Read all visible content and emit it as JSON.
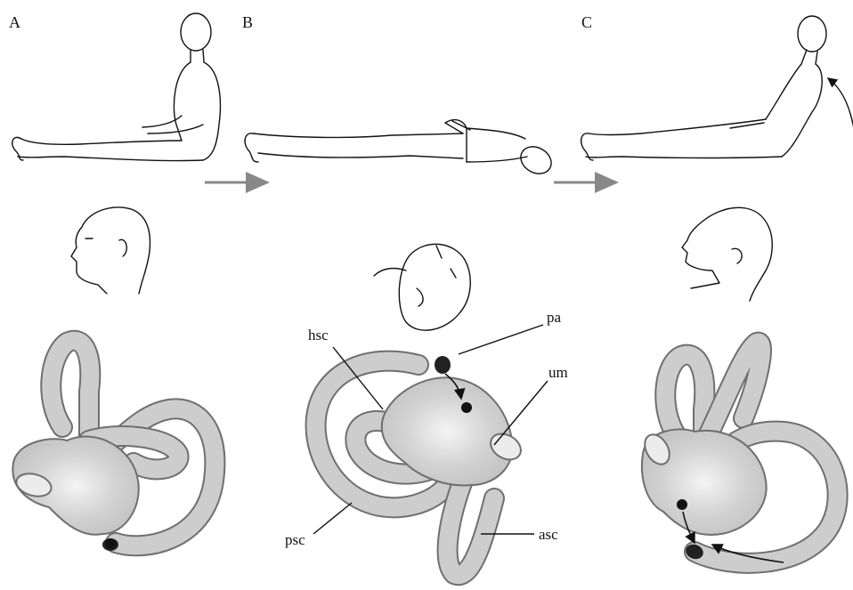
{
  "panels": {
    "a": "A",
    "b": "B",
    "c": "C"
  },
  "labels": {
    "hsc": "hsc",
    "pa": "pa",
    "um": "um",
    "psc": "psc",
    "asc": "asc"
  }
}
